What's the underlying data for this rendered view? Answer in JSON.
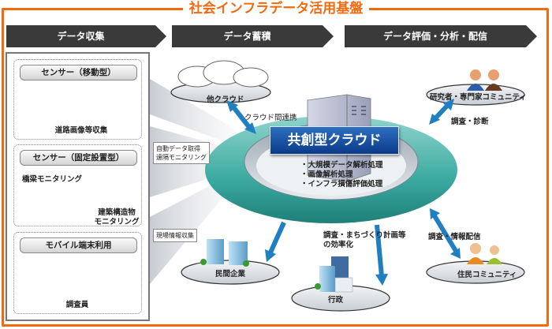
{
  "title": "社会インフラデータ活用基盤",
  "colors": {
    "frame": "#f26a10",
    "stage_header": "#3a3a3a",
    "ring": "#3aa9a0",
    "cloud_box": "#1b4fa3",
    "arrow": "#1f7fc0"
  },
  "stages": [
    {
      "label": "データ収集"
    },
    {
      "label": "データ蓄積"
    },
    {
      "label": "データ評価・分析・配信"
    }
  ],
  "collection": {
    "groups": [
      {
        "header": "センサー（移動型）",
        "captions": [
          "道路画像等収集"
        ],
        "icons": [
          "helicopter-icon",
          "car-icon",
          "camera-icon"
        ]
      },
      {
        "header": "センサー（固定設置型）",
        "captions": [
          "橋梁モニタリング",
          "建築構造物\nモニタリング"
        ],
        "icons": [
          "bridge-icon",
          "building-icon"
        ]
      },
      {
        "header": "モバイル端末利用",
        "captions": [
          "調査員"
        ],
        "icons": [
          "tablet-icon",
          "person-icon",
          "person-icon",
          "pda-icon"
        ]
      }
    ],
    "tags": [
      "自動データ取得\n遠隔モニタリング",
      "現場情報収集"
    ]
  },
  "storage": {
    "cloud_name": "共創型クラウド",
    "functions": [
      "・大規模データ解析処理",
      "・画像解析処理",
      "・インフラ損傷評価処理"
    ],
    "other_cloud": "他クラウド",
    "other_cloud_link": "クラウド間連携"
  },
  "distribution": {
    "nodes": [
      {
        "label": "研究者・専門家コミュニティ",
        "link": "調査・診断"
      },
      {
        "label": "住民コミュニティ",
        "link": "調査・情報配信"
      },
      {
        "label": "行政",
        "link": "調査・まちづくり計画等\nの効率化"
      },
      {
        "label": "民間企業",
        "link": ""
      }
    ]
  }
}
